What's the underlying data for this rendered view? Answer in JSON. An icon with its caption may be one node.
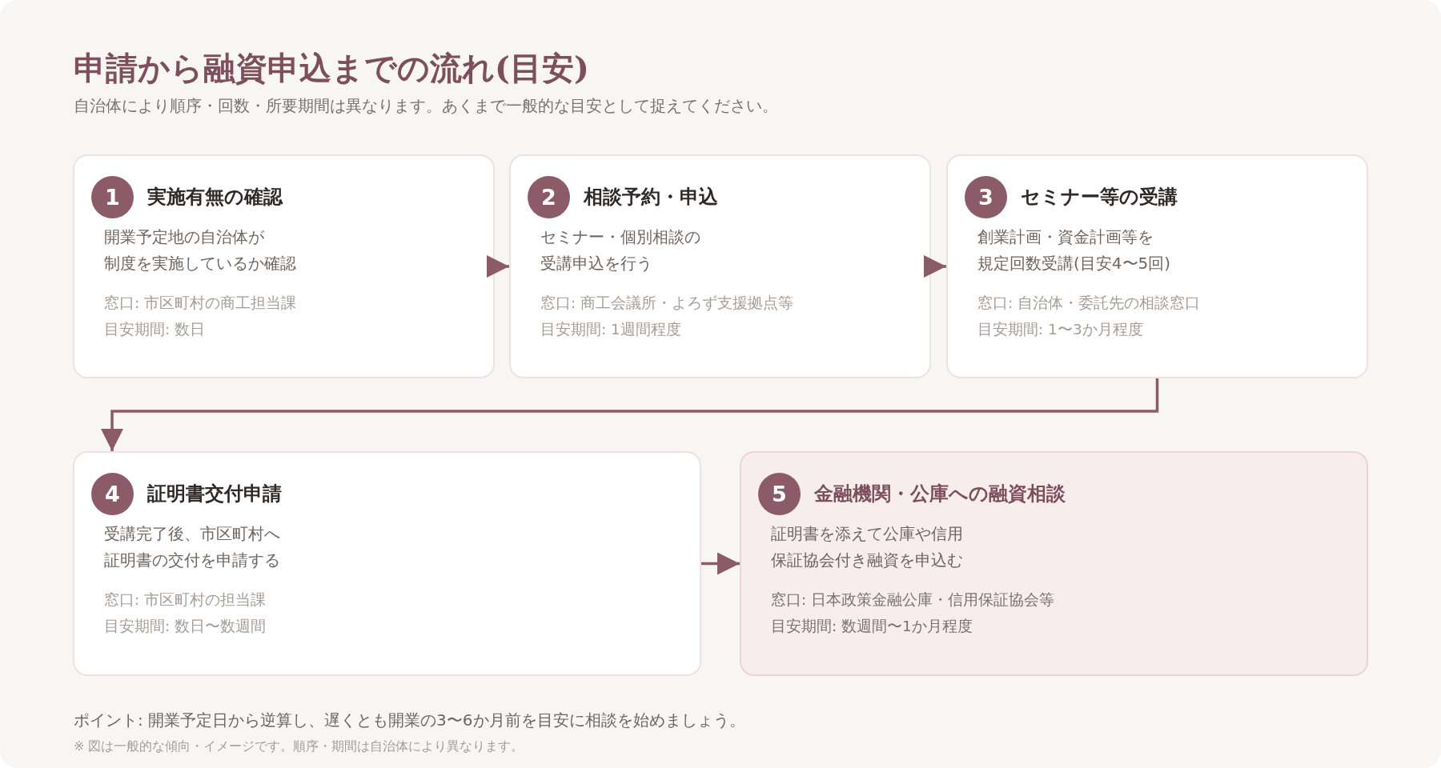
{
  "diagram": {
    "title": "申請から融資申込までの流れ(目安)",
    "nodes": [
      {
        "text": [
          "実施有無の確認",
          "開業予定地の自治体が制度を実施しているか確認",
          "窓口: 市区町村の商工担当課",
          "目安期間: 数日"
        ]
      },
      {
        "text": [
          "1"
        ],
        "in": 0
      },
      {
        "text": [
          "相談予約・申込",
          "セミナー・個別相談の受講申込を行う",
          "窓口: 商工会議所・よろず支援拠点等",
          "目安期間: 1週間程度"
        ]
      },
      {
        "text": [
          "2"
        ],
        "in": 2
      },
      {
        "text": [
          "セミナー等の受講",
          "創業計画・資金計画等を規定回数受講(目安4〜5回)",
          "窓口: 自治体・委託先の相談窓口",
          "目安期間: 1〜3か月程度"
        ]
      },
      {
        "text": [
          "3"
        ],
        "in": 4
      },
      {
        "text": [
          "証明書交付申請",
          "受講完了後、市区町村へ証明書の交付を申請する",
          "窓口: 市区町村の担当課",
          "目安期間: 数日〜数週間"
        ]
      },
      {
        "text": [
          "4"
        ],
        "in": 6
      },
      {
        "text": [
          "金融機関・公庫への融資相談",
          "証明書を添えて公庫や信用保証協会付き融資を申込む",
          "窓口: 日本政策金融公庫・信用保証協会等",
          "目安期間: 数週間〜1か月程度"
        ]
      },
      {
        "text": [
          "5"
        ],
        "in": 8
      }
    ],
    "edges": [
      {
        "from": 0,
        "to": 2,
        "arrow": "to"
      },
      {
        "from": 2,
        "to": 4,
        "arrow": "to"
      },
      {
        "from": 4,
        "to": 6,
        "arrow": "to"
      },
      {
        "from": 6,
        "to": 8,
        "arrow": "to"
      }
    ],
    "labels": [
      "自治体により順序・回数・所要期間は異なります。あくまで一般的な目安として捉えてください。",
      "ポイント: 開業予定日から逆算し、遅くとも開業の3〜6か月前を目安に相談を始めましょう。",
      "※ 図は一般的な傾向・イメージです。順序・期間は自治体により異なります。"
    ]
  }
}
